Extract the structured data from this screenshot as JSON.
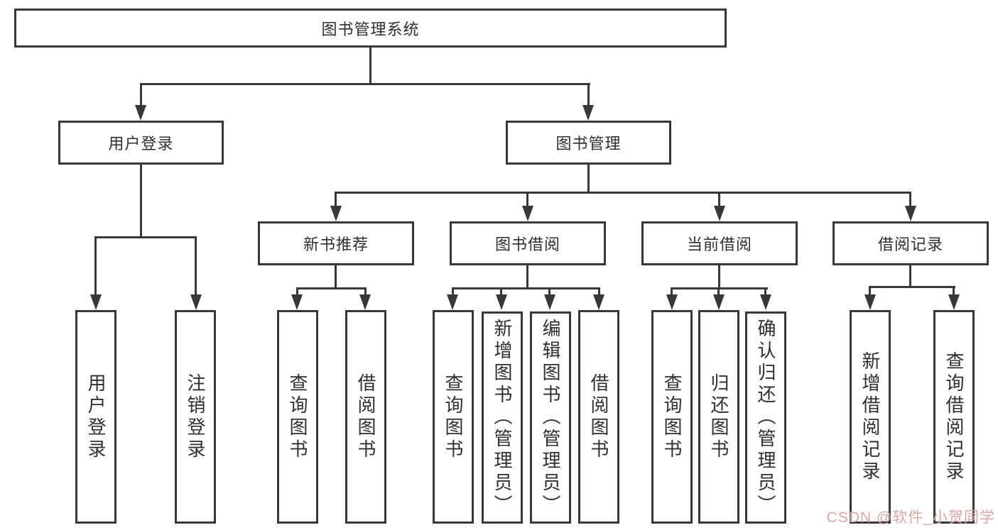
{
  "tree": {
    "root_label": "图书管理系统",
    "branches": [
      {
        "label": "用户登录",
        "leaves": [
          {
            "label": "用户登录"
          },
          {
            "label": "注销登录"
          }
        ]
      },
      {
        "label": "图书管理",
        "groups": [
          {
            "label": "新书推荐",
            "leaves": [
              {
                "label": "查询图书"
              },
              {
                "label": "借阅图书"
              }
            ]
          },
          {
            "label": "图书借阅",
            "leaves": [
              {
                "label": "查询图书"
              },
              {
                "label": "新增图书（管理员）"
              },
              {
                "label": "编辑图书（管理员）"
              },
              {
                "label": "借阅图书"
              }
            ]
          },
          {
            "label": "当前借阅",
            "leaves": [
              {
                "label": "查询图书"
              },
              {
                "label": "归还图书"
              },
              {
                "label": "确认归还（管理员）"
              }
            ]
          },
          {
            "label": "借阅记录",
            "leaves": [
              {
                "label": "新增借阅记录"
              },
              {
                "label": "查询借阅记录"
              }
            ]
          }
        ]
      }
    ]
  },
  "watermark": {
    "text": "CSDN @软件_小贺同学"
  },
  "colors": {
    "line": "#383838",
    "text": "#2f2f2f",
    "watermark": "#dda5a2",
    "background": "#ffffff"
  }
}
